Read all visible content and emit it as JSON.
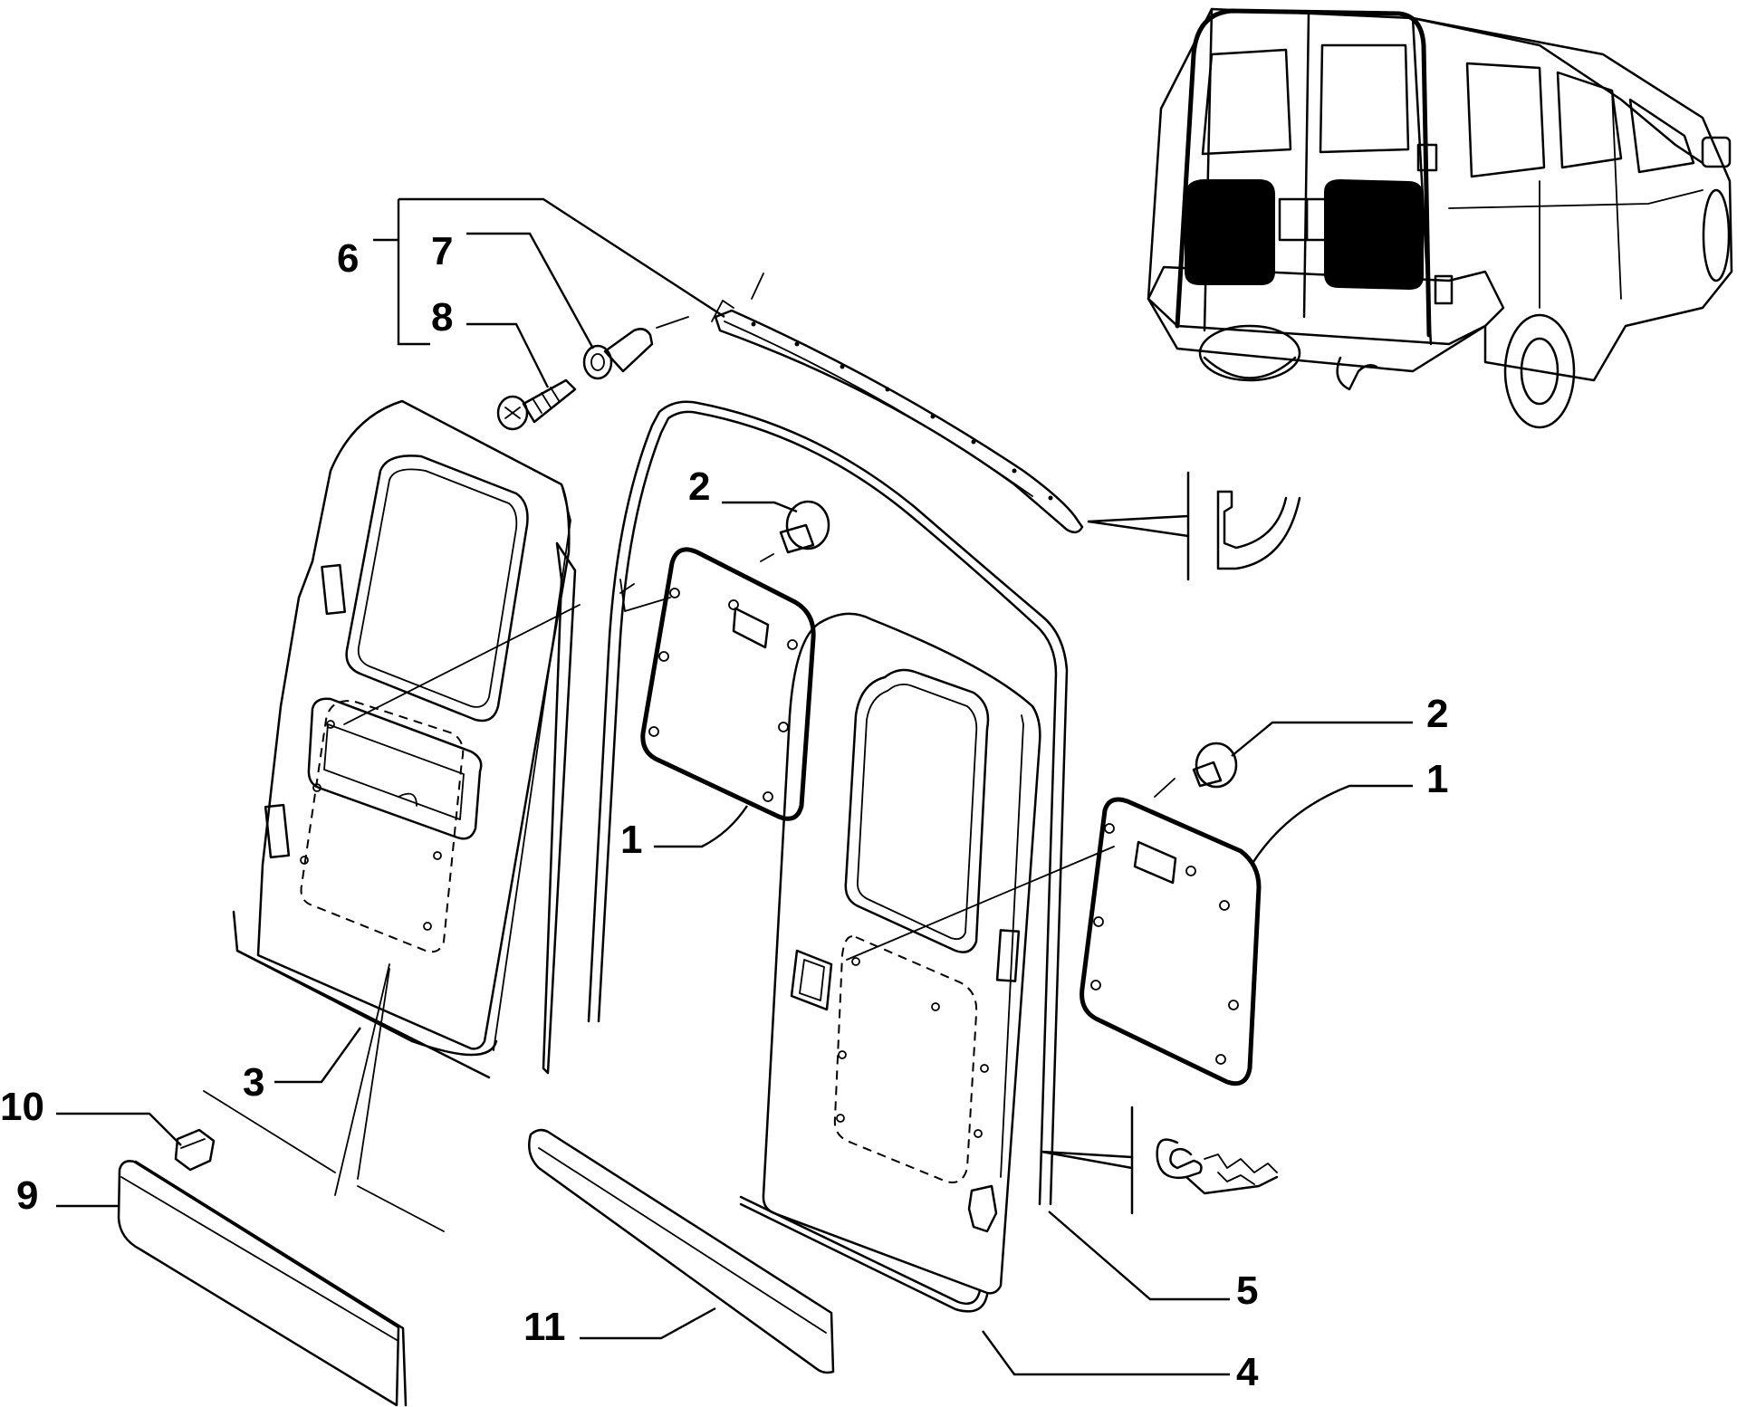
{
  "labels": {
    "p1a": "1",
    "p1b": "1",
    "p2a": "2",
    "p2b": "2",
    "p3": "3",
    "p4": "4",
    "p5": "5",
    "p6": "6",
    "p7": "7",
    "p8": "8",
    "p9": "9",
    "p10": "10",
    "p11": "11"
  },
  "colors": {
    "line": "#000000",
    "background": "#ffffff",
    "panel_fill": "#000000"
  }
}
